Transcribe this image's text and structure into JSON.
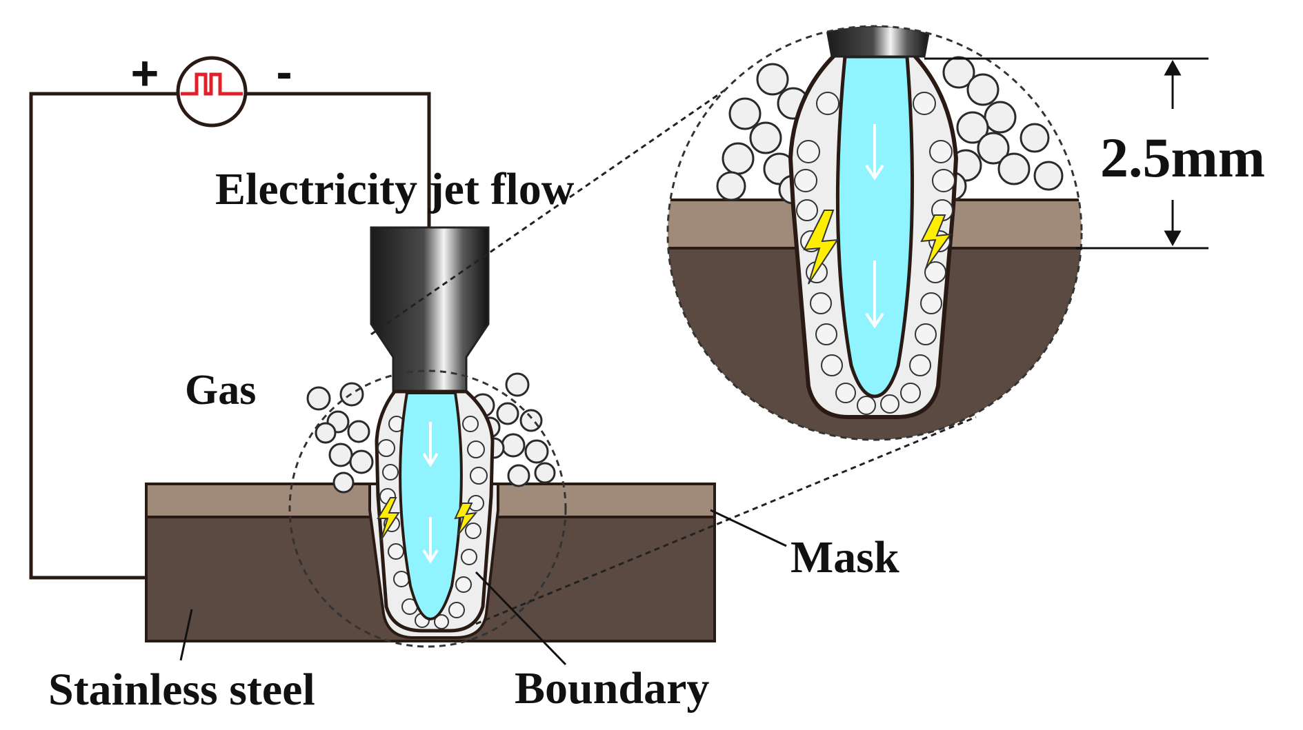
{
  "labels": {
    "jet": "Electricity jet flow",
    "gas": "Gas",
    "mask": "Mask",
    "steel": "Stainless steel",
    "boundary": "Boundary",
    "distance": "2.5mm",
    "plus": "+",
    "minus": "-"
  },
  "colors": {
    "mask": "#a08a7a",
    "steel": "#5a4a42",
    "outline": "#3a2a24",
    "jet": "#8ff4ff",
    "bubble": "#f0f0f0",
    "spark": "#ffee00",
    "signal": "#e0202a"
  },
  "icons": {
    "power": "pulse-power-source-icon",
    "spark": "lightning-bolt-icon",
    "arrow": "flow-arrow-icon"
  }
}
